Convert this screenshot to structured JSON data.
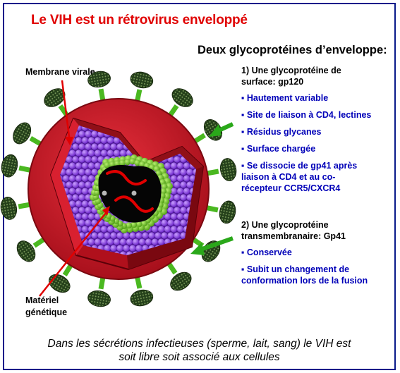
{
  "title": "Le VIH est un rétrovirus enveloppé",
  "subtitle": "Deux glycoprotéines d’enveloppe:",
  "section1": {
    "heading_line1": "1) Une glycoprotéine de",
    "heading_line2": "surface: gp120",
    "bullets": [
      "▪ Hautement variable",
      "▪ Site de liaison à CD4, lectines",
      "▪ Résidus glycanes",
      "▪ Surface chargée",
      "▪ Se dissocie de gp41 après liaison à CD4 et au co-récepteur CCR5/CXCR4"
    ]
  },
  "section2": {
    "heading_line1": "2) Une glycoprotéine",
    "heading_line2": "transmembranaire: Gp41",
    "bullets": [
      "▪ Conservée",
      "▪ Subit un changement de conformation lors de la fusion"
    ]
  },
  "labels": {
    "membrane": "Membrane virale",
    "materiel_line1": "Matériel",
    "materiel_line2": "génétique"
  },
  "footer": {
    "line1": "Dans les sécrétions infectieuses (sperme, lait, sang) le VIH est",
    "line2": "soit libre soit associé aux cellules"
  },
  "colors": {
    "frame": "#0a1a8a",
    "title": "#e00000",
    "bullets": "#0000b8",
    "envelope": "#c8182a",
    "capsid_beads": "#8a3fe0",
    "inner_ring": "#6ab820",
    "spike_heads": "#2e4a1a",
    "arrow_red": "#e00000",
    "arrow_green": "#2aa81a"
  }
}
